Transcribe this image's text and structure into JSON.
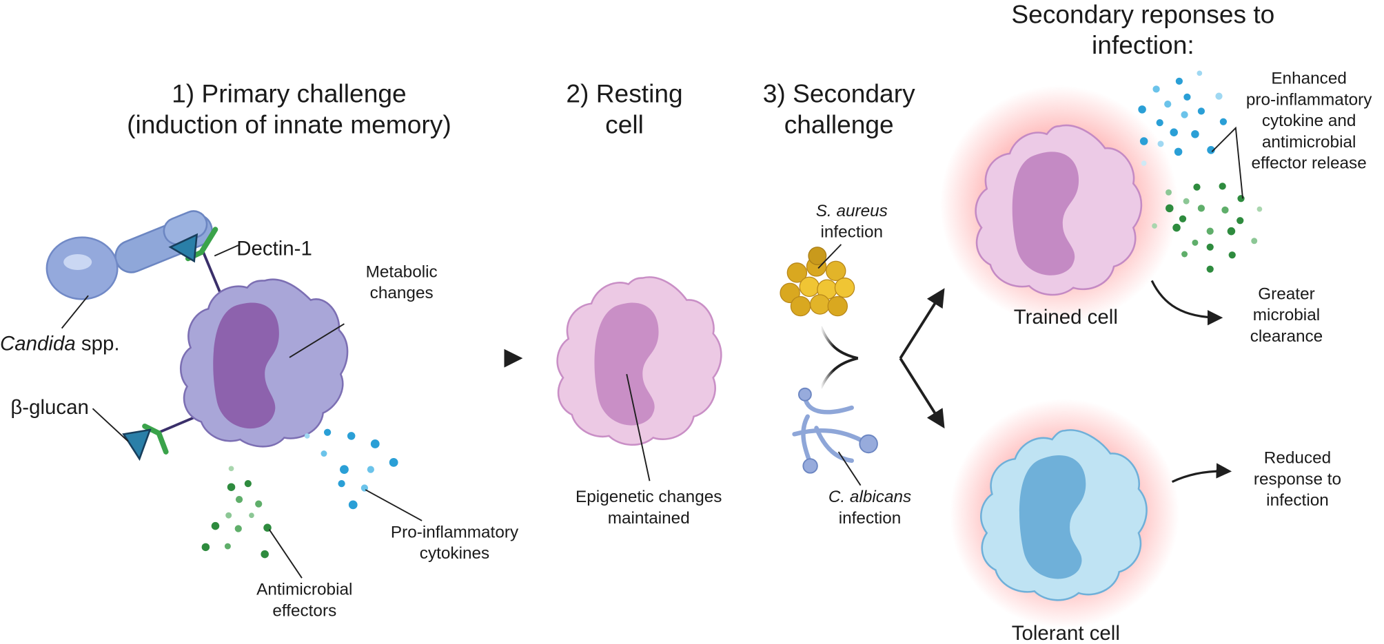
{
  "steps": {
    "primary_line1": "1) Primary challenge",
    "primary_line2": "(induction of innate memory)",
    "resting_line1": "2) Resting",
    "resting_line2": "cell",
    "secondary_line1": "3) Secondary",
    "secondary_line2": "challenge",
    "responses_line1": "Secondary reponses to",
    "responses_line2": "infection:"
  },
  "labels": {
    "dectin": "Dectin-1",
    "candida_italic": "Candida",
    "candida_rest": " spp.",
    "bglucan": "β-glucan",
    "metabolic_line1": "Metabolic",
    "metabolic_line2": "changes",
    "proinflammatory_line1": "Pro-inflammatory",
    "proinflammatory_line2": "cytokines",
    "antimicrobial_line1": "Antimicrobial",
    "antimicrobial_line2": "effectors",
    "epigenetic_line1": "Epigenetic changes",
    "epigenetic_line2": "maintained",
    "saureus_italic": "S. aureus",
    "saureus_line2": "infection",
    "calbicans_italic": "C. albicans",
    "calbicans_line2": "infection",
    "trained_cell": "Trained cell",
    "tolerant_cell": "Tolerant cell",
    "enhanced_line1": "Enhanced",
    "enhanced_line2": "pro-inflammatory",
    "enhanced_line3": "cytokine and",
    "enhanced_line4": "antimicrobial",
    "enhanced_line5": "effector release",
    "greater_line1": "Greater",
    "greater_line2": "microbial",
    "greater_line3": "clearance",
    "reduced_line1": "Reduced",
    "reduced_line2": "response to",
    "reduced_line3": "infection"
  },
  "colors": {
    "primary_cell": "#a9a6d8",
    "primary_nucleus": "#8d62ad",
    "resting_cell": "#ecc9e4",
    "resting_nucleus": "#c98fc6",
    "trained_cell": "#eccae6",
    "trained_nucleus": "#c48ac4",
    "tolerant_cell": "#bfe3f3",
    "tolerant_nucleus": "#6fb0d9",
    "cytokine": "#2a9fd6",
    "effector": "#2e8b3e",
    "staph": "#e2b429",
    "glow": "#ff6a6a"
  }
}
